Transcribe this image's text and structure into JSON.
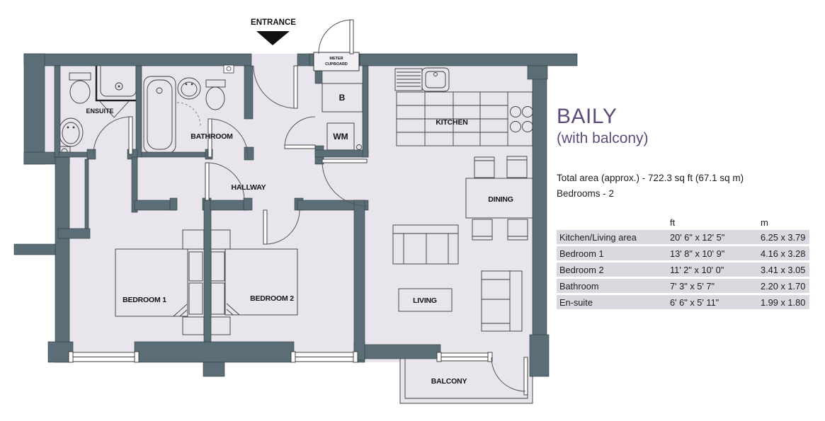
{
  "title": {
    "name": "BAILY",
    "subtitle": "(with balcony)"
  },
  "summary": {
    "total_area": "Total area (approx.) - 722.3 sq ft (67.1 sq m)",
    "bedrooms": "Bedrooms - 2"
  },
  "table": {
    "headers": {
      "ft": "ft",
      "m": "m"
    },
    "rows": [
      {
        "room": "Kitchen/Living area",
        "ft": "20' 6\" x 12' 5\"",
        "m": "6.25 x 3.79"
      },
      {
        "room": "Bedroom 1",
        "ft": "13' 8\" x 10' 9\"",
        "m": "4.16 x 3.28"
      },
      {
        "room": "Bedroom 2",
        "ft": "11' 2\" x 10' 0\"",
        "m": "3.41 x 3.05"
      },
      {
        "room": "Bathroom",
        "ft": "7' 3\" x 5' 7\"",
        "m": "2.20 x 1.70"
      },
      {
        "room": "En-suite",
        "ft": "6' 6\" x 5' 11\"",
        "m": "1.99 x 1.80"
      }
    ]
  },
  "plan": {
    "labels": {
      "entrance": "ENTRANCE",
      "meter_line1": "METER",
      "meter_line2": "CUPBOARD",
      "ensuite": "ENSUITE",
      "bathroom": "BATHROOM",
      "kitchen": "KITCHEN",
      "hallway": "HALLWAY",
      "bedroom1": "BEDROOM 1",
      "bedroom2": "BEDROOM 2",
      "dining": "DINING",
      "living": "LIVING",
      "balcony": "BALCONY",
      "boiler": "B",
      "washing_machine": "WM"
    }
  },
  "colors": {
    "wall": "#5b6e77",
    "floor": "#e9e5ec",
    "accent_purple": "#5d4b7a",
    "table_row_bg": "#dcd8df"
  }
}
